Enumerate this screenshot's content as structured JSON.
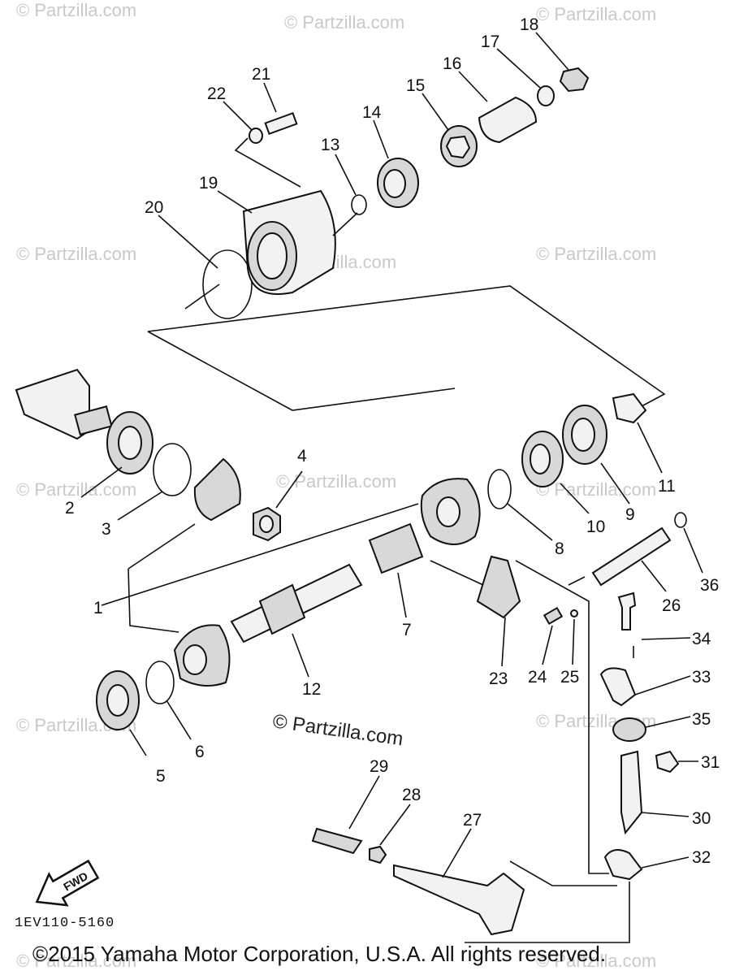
{
  "watermarks": [
    "© Partzilla.com"
  ],
  "center_watermark": "© Partzilla.com",
  "callouts": [
    "1",
    "2",
    "3",
    "4",
    "5",
    "6",
    "7",
    "8",
    "9",
    "10",
    "11",
    "12",
    "13",
    "14",
    "15",
    "16",
    "17",
    "18",
    "19",
    "20",
    "21",
    "22",
    "23",
    "24",
    "25",
    "26",
    "27",
    "28",
    "29",
    "30",
    "31",
    "32",
    "33",
    "34",
    "35",
    "36"
  ],
  "fwd_label": "FWD",
  "diagram_code": "1EV110-5160",
  "copyright": "©2015 Yamaha Motor Corporation, U.S.A. All rights reserved."
}
